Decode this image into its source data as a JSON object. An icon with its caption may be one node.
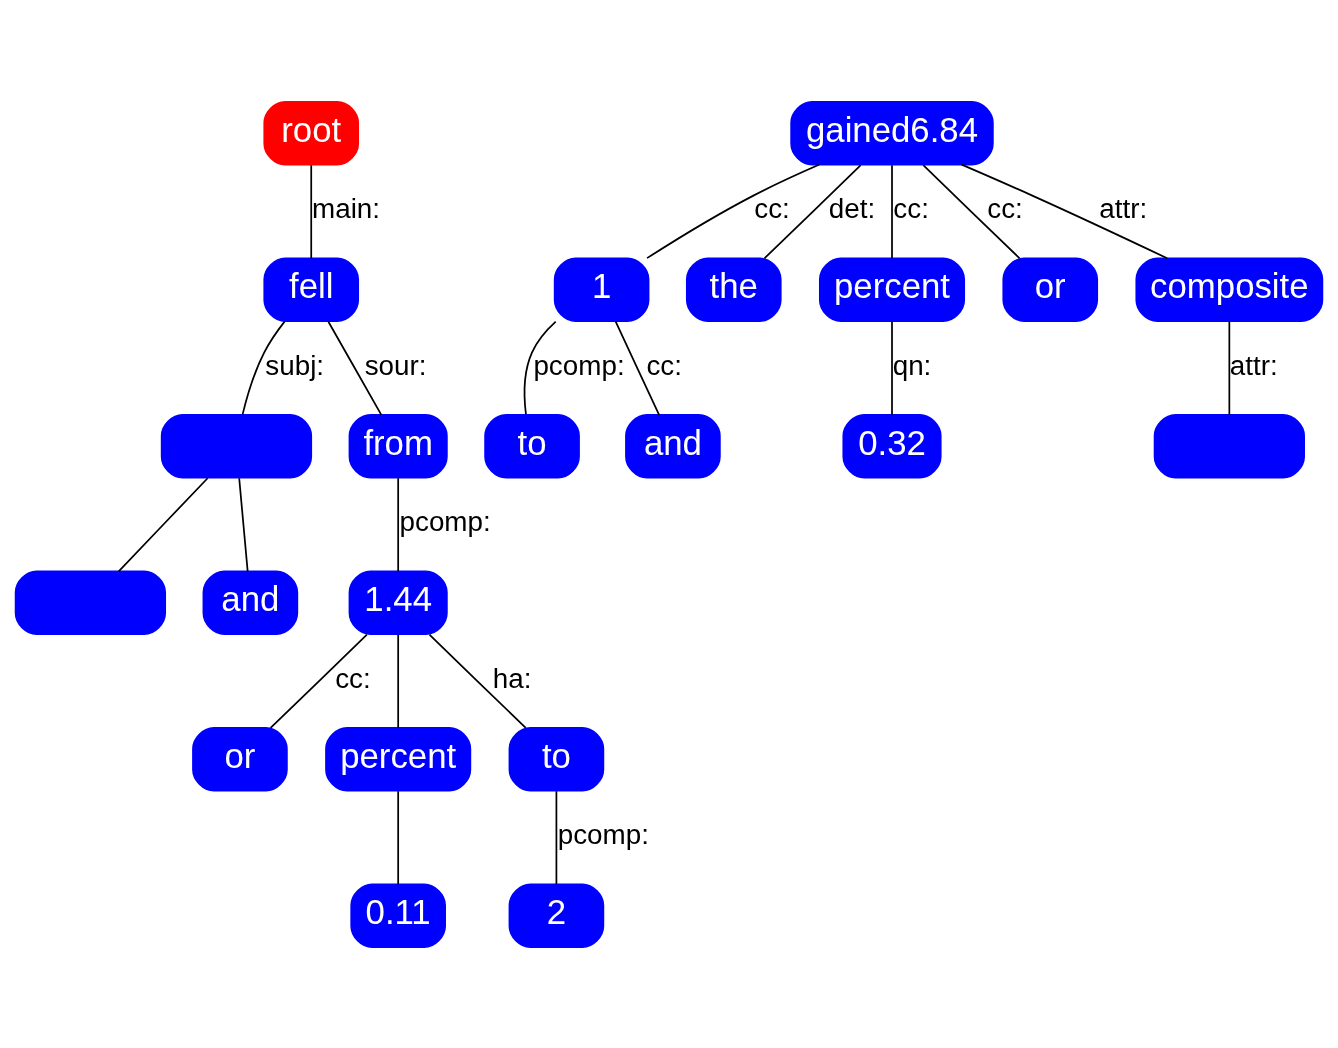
{
  "diagram": {
    "nodes": [
      {
        "text": [
          "root"
        ]
      },
      {
        "text": [
          "fell"
        ]
      },
      {
        "text": [],
        "shape": "box"
      },
      {
        "text": [],
        "shape": "box"
      },
      {
        "text": [
          "from"
        ]
      },
      {
        "text": [
          "and"
        ]
      },
      {
        "text": [
          "1.44"
        ]
      },
      {
        "text": [
          "or"
        ]
      },
      {
        "text": [
          "percent"
        ]
      },
      {
        "text": [
          "0.11"
        ]
      },
      {
        "text": [
          "to"
        ]
      },
      {
        "text": [
          "2"
        ]
      },
      {
        "text": [
          "to"
        ]
      },
      {
        "text": [
          "1"
        ]
      },
      {
        "text": [
          "and"
        ]
      },
      {
        "text": [
          "gained6.84"
        ]
      },
      {
        "text": [
          "the"
        ]
      },
      {
        "text": [
          "percent"
        ]
      },
      {
        "text": [
          "or"
        ]
      },
      {
        "text": [],
        "shape": "box"
      },
      {
        "text": [
          "composite"
        ]
      },
      {
        "text": [
          "0.32"
        ]
      }
    ],
    "edges": [
      {
        "from": 0,
        "to": 1,
        "arrow": "none",
        "label": "main:"
      },
      {
        "from": 1,
        "to": 3,
        "arrow": "none",
        "label": "subj:"
      },
      {
        "from": 3,
        "to": 2,
        "arrow": "none"
      },
      {
        "from": 3,
        "to": 5,
        "arrow": "none"
      },
      {
        "from": 1,
        "to": 4,
        "arrow": "none",
        "label": "sour:"
      },
      {
        "from": 4,
        "to": 6,
        "arrow": "none",
        "label": "pcomp:"
      },
      {
        "from": 6,
        "to": 10,
        "arrow": "none",
        "label": "ha:"
      },
      {
        "from": 10,
        "to": 11,
        "arrow": "none",
        "label": "pcomp:"
      },
      {
        "from": 6,
        "to": 7,
        "arrow": "none",
        "label": "cc:"
      },
      {
        "from": 6,
        "to": 8,
        "arrow": "none"
      },
      {
        "from": 8,
        "to": 9,
        "arrow": "none"
      },
      {
        "from": 13,
        "to": 12,
        "arrow": "none",
        "label": "pcomp:"
      },
      {
        "from": 13,
        "to": 14,
        "arrow": "none",
        "label": "cc:"
      },
      {
        "from": 15,
        "to": 13,
        "arrow": "none",
        "label": "cc:"
      },
      {
        "from": 15,
        "to": 16,
        "arrow": "none",
        "label": "det:"
      },
      {
        "from": 15,
        "to": 20,
        "arrow": "none",
        "label": "attr:"
      },
      {
        "from": 20,
        "to": 19,
        "arrow": "none",
        "label": "attr:"
      },
      {
        "from": 15,
        "to": 18,
        "arrow": "none",
        "label": "cc:"
      },
      {
        "from": 15,
        "to": 17,
        "arrow": "none",
        "label": "cc:"
      },
      {
        "from": 17,
        "to": 21,
        "arrow": "none",
        "label": "qn:"
      }
    ]
  }
}
